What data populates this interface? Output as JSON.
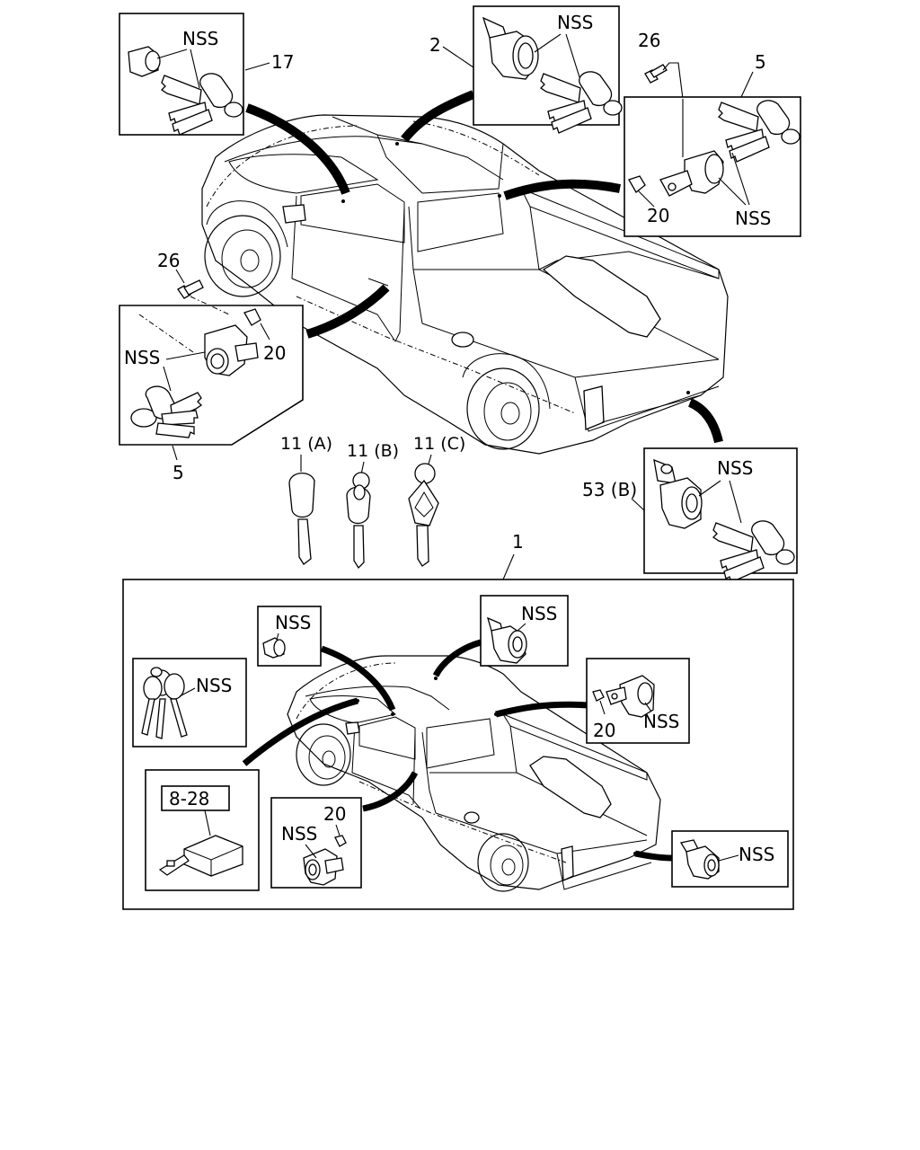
{
  "labels": {
    "nss": "NSS",
    "ref_17": "17",
    "ref_2": "2",
    "ref_26_top": "26",
    "ref_5_top": "5",
    "ref_20_top": "20",
    "ref_26_left": "26",
    "ref_20_left": "20",
    "ref_5_left": "5",
    "key_a": "11 (A)",
    "key_b": "11 (B)",
    "key_c": "11 (C)",
    "ref_53b": "53 (B)",
    "ref_1": "1",
    "ref_8_28": "8-28",
    "ref_20_kit_right": "20",
    "ref_20_kit_bottom": "20"
  }
}
